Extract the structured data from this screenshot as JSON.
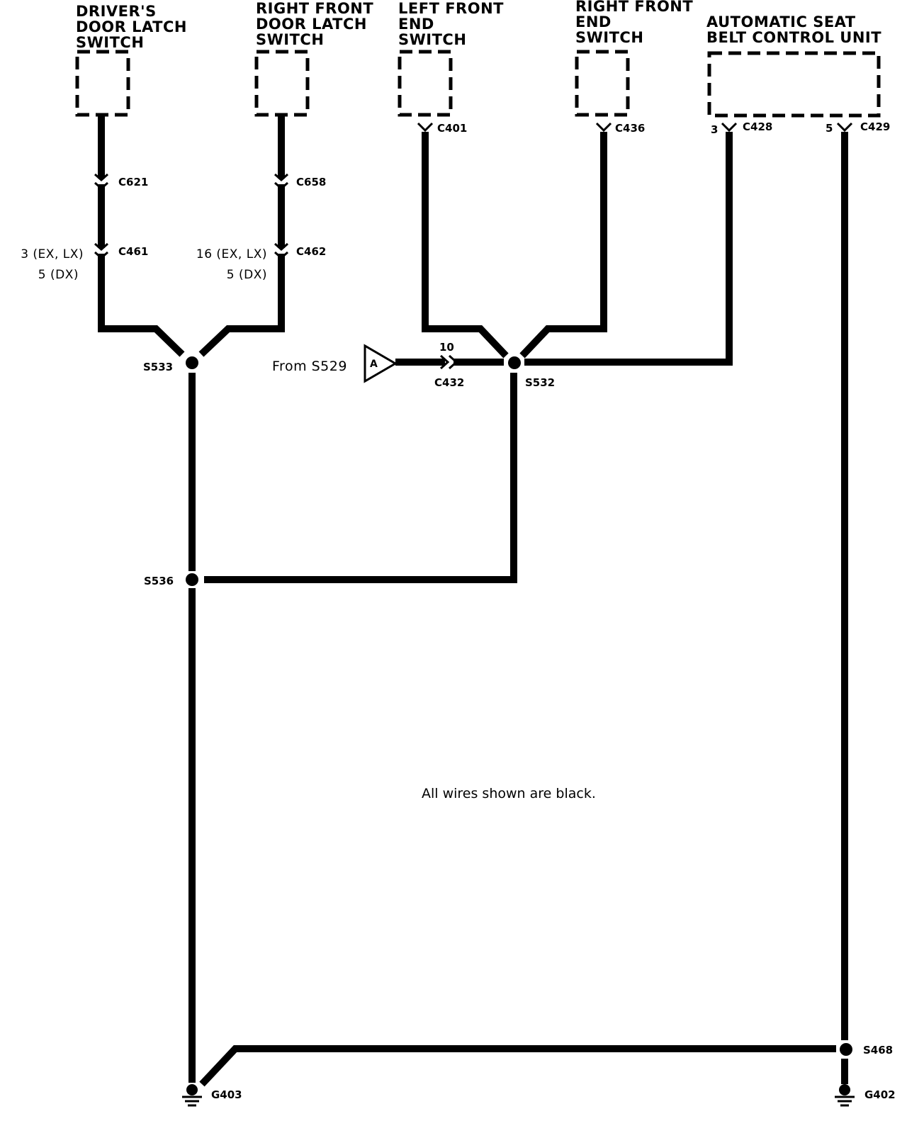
{
  "components": {
    "drivers_door_latch_switch": [
      "DRIVER'S",
      "DOOR LATCH",
      "SWITCH"
    ],
    "right_front_door_latch_switch": [
      "RIGHT FRONT",
      "DOOR LATCH",
      "SWITCH"
    ],
    "left_front_end_switch": [
      "LEFT FRONT",
      "END",
      "SWITCH"
    ],
    "right_front_end_switch": [
      "RIGHT FRONT",
      "END",
      "SWITCH"
    ],
    "seat_belt_control_unit": [
      "AUTOMATIC SEAT",
      "BELT CONTROL UNIT"
    ]
  },
  "connectors": {
    "c621": "C621",
    "c658": "C658",
    "c461": "C461",
    "c462": "C462",
    "c401": "C401",
    "c436": "C436",
    "c428": "C428",
    "c429": "C429",
    "c432": "C432"
  },
  "pins": {
    "c461_line1": "3 (EX, LX)",
    "c461_line2": "5 (DX)",
    "c462_line1": "16 (EX, LX)",
    "c462_line2": "5 (DX)",
    "c428": "3",
    "c429": "5",
    "c432": "10"
  },
  "splices": {
    "s533": "S533",
    "s532": "S532",
    "s536": "S536",
    "s468": "S468"
  },
  "grounds": {
    "g403": "G403",
    "g402": "G402"
  },
  "offpage": {
    "label": "From S529",
    "letter": "A"
  },
  "note": "All wires shown are black.",
  "colors": {
    "wire": "#000000",
    "background": "#ffffff"
  }
}
